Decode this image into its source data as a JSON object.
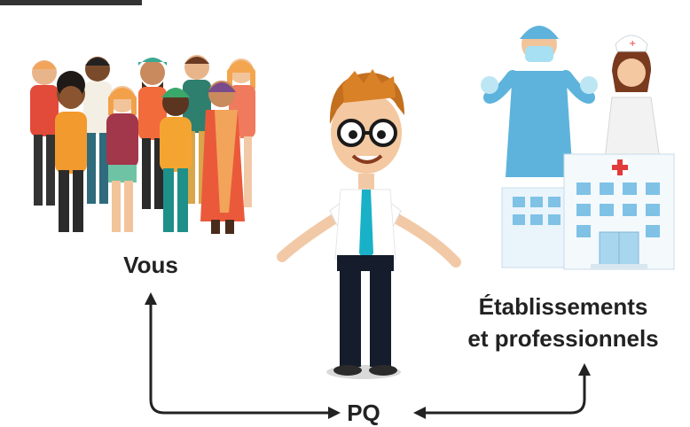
{
  "diagram": {
    "left_node": {
      "label": "Vous"
    },
    "center_node": {
      "label": "PQ"
    },
    "right_node": {
      "label_line1": "Établissements",
      "label_line2": "et professionnels"
    }
  },
  "colors": {
    "text": "#222222",
    "arrow": "#222222",
    "tie": "#19b1c7",
    "scrubs": "#5eb3dc",
    "hospital": "#7fc2e6",
    "cross": "#e23b3b"
  }
}
